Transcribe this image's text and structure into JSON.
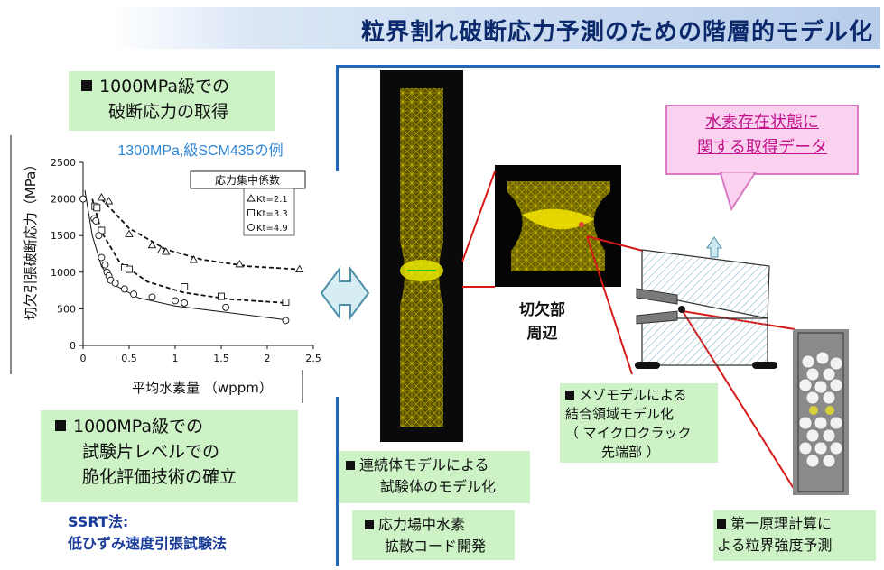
{
  "title": "粒界割れ破断応力予測のための階層的モデル化",
  "box_fracture": {
    "line1": "1000MPa級での",
    "line2": "破断応力の取得"
  },
  "box_test": {
    "line1": "1000MPa級での",
    "line2": "試験片レベルでの",
    "line3": "脆化評価技術の確立"
  },
  "ssrt": {
    "line1": "SSRT法:",
    "line2": "低ひずみ速度引張試験法"
  },
  "box_continuum": {
    "line1": "連続体モデルによる",
    "line2": "試験体のモデル化"
  },
  "box_diffusion": {
    "line1": "応力場中水素",
    "line2": "拡散コード開発"
  },
  "notch_label": {
    "line1": "切欠部",
    "line2": "周辺"
  },
  "box_meso": {
    "line1": "メゾモデルによる",
    "line2": "結合領域モデル化",
    "line3": "（ マイクロクラック",
    "line4": "先端部 ）"
  },
  "box_first": {
    "line1": "第一原理計算に",
    "line2": "よる粒界強度予測"
  },
  "callout": {
    "line1": "水素存在状態に",
    "line2": "関する取得データ"
  },
  "colors": {
    "title": "#0c2a6b",
    "accent_line": "#2366b8",
    "green_box": "#ccf2c6",
    "callout_fill": "#fad1ee",
    "callout_text": "#c1128b",
    "chart_title": "#2e86d6"
  },
  "chart_data": {
    "type": "scatter",
    "title": "1300MPa,級SCM435の例",
    "xlabel": "平均水素量 （wppm）",
    "ylabel": "切欠引張破断応力（MPa）",
    "xlim": [
      0,
      2.5
    ],
    "ylim": [
      0,
      2500
    ],
    "x_ticks": [
      "0",
      "0.5",
      "1",
      "1.5",
      "2",
      "2.5"
    ],
    "y_ticks": [
      "0",
      "500",
      "1000",
      "1500",
      "2000",
      "2500"
    ],
    "legend_title": "応力集中係数",
    "legend_position": "top-right",
    "series": [
      {
        "name": "Kt=2.1",
        "marker": "triangle",
        "line": "dashed",
        "x": [
          0.2,
          0.28,
          0.5,
          0.75,
          0.85,
          0.9,
          1.2,
          1.7,
          2.35
        ],
        "y": [
          2020,
          1970,
          1520,
          1370,
          1300,
          1280,
          1170,
          1110,
          1040
        ],
        "fit_x": [
          0.2,
          0.5,
          0.9,
          1.3,
          1.8,
          2.35
        ],
        "fit_y": [
          2000,
          1600,
          1310,
          1170,
          1080,
          1040
        ]
      },
      {
        "name": "Kt=3.3",
        "marker": "square",
        "line": "dashed",
        "x": [
          0.13,
          0.15,
          0.2,
          0.45,
          0.5,
          1.1,
          1.5,
          2.2
        ],
        "y": [
          1900,
          1880,
          1570,
          1060,
          1040,
          800,
          670,
          590
        ],
        "fit_x": [
          0.1,
          0.2,
          0.4,
          0.7,
          1.1,
          1.6,
          2.2
        ],
        "fit_y": [
          2000,
          1550,
          1130,
          870,
          720,
          630,
          580
        ]
      },
      {
        "name": "Kt=4.9",
        "marker": "circle",
        "line": "solid",
        "x": [
          0.0,
          0.12,
          0.14,
          0.17,
          0.2,
          0.24,
          0.26,
          0.28,
          0.3,
          0.35,
          0.45,
          0.55,
          0.75,
          1.0,
          1.1,
          1.55,
          2.2
        ],
        "y": [
          2000,
          1730,
          1700,
          1500,
          1200,
          1100,
          1000,
          950,
          890,
          850,
          770,
          700,
          660,
          610,
          580,
          520,
          340
        ],
        "fit_x": [
          0.02,
          0.1,
          0.2,
          0.35,
          0.6,
          1.0,
          1.5,
          2.2
        ],
        "fit_y": [
          2120,
          1500,
          1080,
          820,
          650,
          540,
          460,
          350
        ]
      }
    ]
  }
}
